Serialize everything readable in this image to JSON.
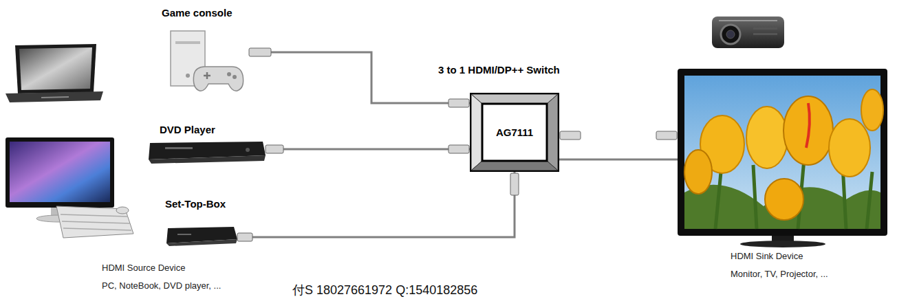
{
  "diagram": {
    "nodes": [
      {
        "text": [
          "Game console"
        ]
      },
      {
        "text": [
          "DVD Player"
        ]
      },
      {
        "text": [
          "Set-Top-Box"
        ]
      },
      {
        "text": [
          "3 to 1 HDMI/DP++ Switch",
          "AG7111"
        ]
      },
      {
        "text": [
          "HDMI Sink Device",
          "Monitor, TV, Projector, ..."
        ]
      }
    ],
    "edges": [
      {
        "from": 0,
        "to": 3,
        "arrow": "none"
      },
      {
        "from": 1,
        "to": 3,
        "arrow": "none"
      },
      {
        "from": 2,
        "to": 3,
        "arrow": "none"
      },
      {
        "from": 3,
        "to": 4,
        "arrow": "none"
      }
    ],
    "labels": [
      "HDMI Source Device",
      "PC, NoteBook, DVD player, ...",
      "付S  18027661972   Q:1540182856"
    ]
  }
}
